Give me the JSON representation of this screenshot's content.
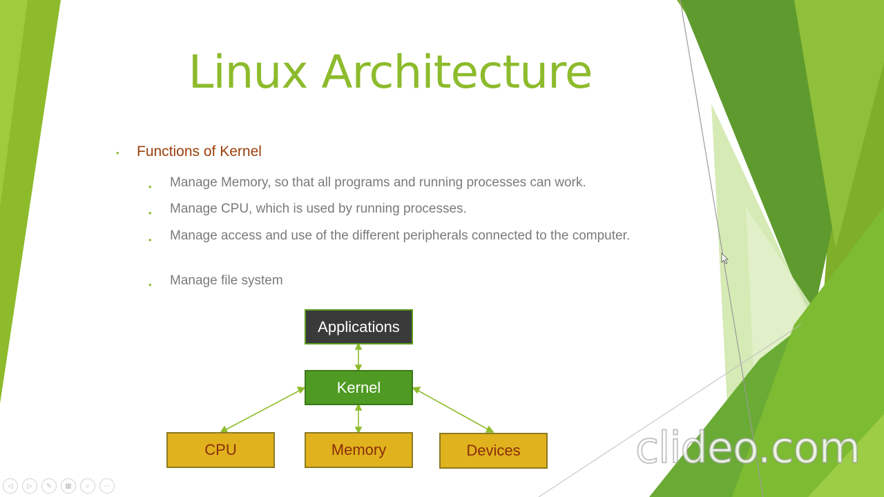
{
  "slide": {
    "title": "Linux Architecture",
    "heading": "Functions of Kernel",
    "bullets": [
      "Manage Memory, so that all programs and running processes can work.",
      "Manage CPU, which is used by running processes.",
      "Manage access and use of the different peripherals connected to the computer.",
      "Manage file system"
    ]
  },
  "diagram": {
    "applications": "Applications",
    "kernel": "Kernel",
    "cpu": "CPU",
    "memory": "Memory",
    "devices": "Devices"
  },
  "watermark": "clideo.com",
  "colors": {
    "title": "#8dbb2c",
    "heading": "#9b3e0b",
    "body_text": "#7a7a7a",
    "kernel_box": "#4f9a23",
    "applications_box": "#3a3a3a",
    "hardware_box": "#e0b21e"
  },
  "controls": [
    "prev-icon",
    "next-icon",
    "pen-icon",
    "slides-icon",
    "zoom-icon",
    "more-icon"
  ]
}
